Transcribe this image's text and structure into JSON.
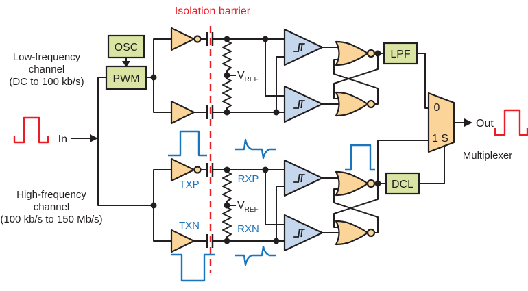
{
  "colors": {
    "ink": "#231f20",
    "accent-red": "#ec1c24",
    "accent-blue": "#1b75bc",
    "box-green": "#dbe5a3",
    "gate-orange": "#fad498",
    "schmitt-blue": "#c5d7ed",
    "bg": "#ffffff"
  },
  "labels": {
    "isolation_barrier": "Isolation barrier",
    "multiplexer": "Multiplexer",
    "in": "In",
    "out": "Out"
  },
  "mux": {
    "input0": "0",
    "input1_select": "1 S"
  },
  "blocks": {
    "osc": "OSC",
    "pwm": "PWM",
    "lpf": "LPF",
    "dcl": "DCL"
  },
  "channels": {
    "low_frequency": {
      "line1": "Low-frequency",
      "line2": "channel",
      "line3": "(DC to 100 kb/s)"
    },
    "high_frequency": {
      "line1": "High-frequency",
      "line2": "channel",
      "line3": "(100 kb/s to 150 Mb/s)"
    }
  },
  "signals": {
    "txp": "TXP",
    "txn": "TXN",
    "rxp": "RXP",
    "rxn": "RXN",
    "vref_v": "V",
    "vref_sub": "REF"
  }
}
